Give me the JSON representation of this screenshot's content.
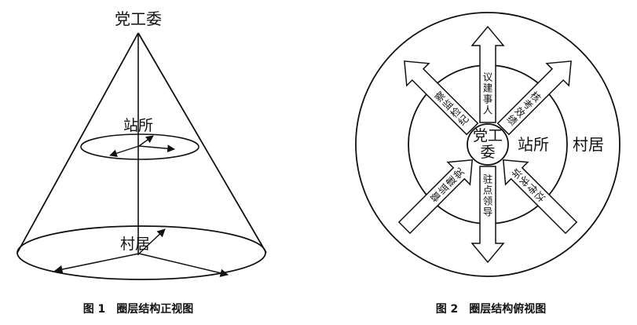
{
  "figure1": {
    "apex_label": "党工委",
    "mid_label": "站所",
    "base_label": "村居",
    "caption": "图 1　圈层结构正视图"
  },
  "figure2": {
    "center_label_line1": "党工",
    "center_label_line2": "委",
    "ring2_label": "站所",
    "ring3_label": "村居",
    "arrows": [
      {
        "text": "人事建议",
        "direction": "outward",
        "angle": 0
      },
      {
        "text": "绩效考核",
        "direction": "outward",
        "angle": 45
      },
      {
        "text": "诉求传达",
        "direction": "inward",
        "angle": 135
      },
      {
        "text": "驻点领导",
        "direction": "outward",
        "angle": 180
      },
      {
        "text": "党建监督",
        "direction": "inward",
        "angle": 225
      },
      {
        "text": "纪检监察",
        "direction": "outward",
        "angle": 315
      }
    ],
    "caption": "图 2　圈层结构俯视图"
  }
}
